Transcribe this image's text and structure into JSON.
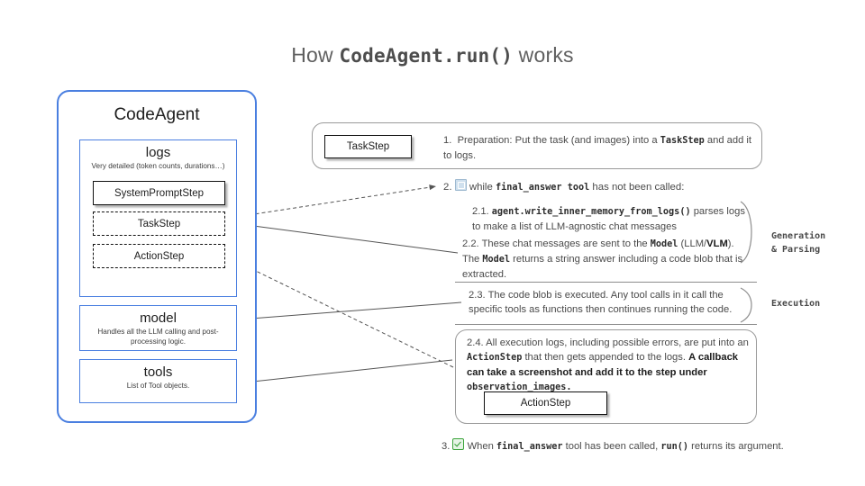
{
  "title": {
    "prefix": "How ",
    "code": "CodeAgent.run()",
    "suffix": " works"
  },
  "agent_panel": {
    "name": "CodeAgent",
    "logs": {
      "title": "logs",
      "subtitle": "Very detailed (token counts, durations…)",
      "steps": [
        {
          "label": "SystemPromptStep",
          "style": "solid"
        },
        {
          "label": "TaskStep",
          "style": "dashed"
        },
        {
          "label": "ActionStep",
          "style": "dashed"
        }
      ]
    },
    "model": {
      "title": "model",
      "subtitle": "Handles all the LLM calling and post-processing logic."
    },
    "tools": {
      "title": "tools",
      "subtitle": "List of Tool objects."
    }
  },
  "steps": {
    "step1": {
      "box_label": "TaskStep",
      "number": "1.",
      "text_a": "Preparation: Put the task (and images) into a ",
      "code_a": "TaskStep",
      "text_b": " and add it to logs."
    },
    "step2": {
      "number": "2.",
      "icon": "loop-icon",
      "text_a": "while ",
      "code_a": "final_answer tool",
      "text_b": " has not been called:"
    },
    "step21": {
      "number": "2.1.",
      "code_a": "agent.write_inner_memory_from_logs()",
      "text_a": " parses logs to make a list of LLM-agnostic chat messages"
    },
    "step22": {
      "number": "2.2.",
      "text_a": "These chat messages are sent to the ",
      "code_a": "Model",
      "text_b": " (LLM/",
      "bold_a": "VLM",
      "text_c": "). The ",
      "code_b": "Model",
      "text_d": " returns a string answer including a code blob that is extracted."
    },
    "step23": {
      "number": "2.3.",
      "text_a": "The code blob is executed. Any tool calls in it call the specific tools as functions then continues running the code."
    },
    "step24": {
      "number": "2.4.",
      "text_a": "All execution logs, including possible errors, are put into an ",
      "code_a": "ActionStep",
      "text_b": " that then gets appended to the logs. ",
      "bold_a": "A callback can  take a screenshot and add it to the step under ",
      "code_b": "observation_images.",
      "box_label": "ActionStep"
    },
    "step3": {
      "number": "3.",
      "icon": "check-icon",
      "text_a": "When ",
      "code_a": "final_answer",
      "text_b": " tool has been called, ",
      "code_b": "run()",
      "text_c": " returns its argument."
    }
  },
  "annotations": {
    "generation": "Generation\n& Parsing",
    "generation_line1": "Generation",
    "generation_line2": "& Parsing",
    "execution": "Execution"
  },
  "colors": {
    "panel_border": "#4a7fe0",
    "card_border": "#9a9a9a",
    "text": "#4a4a4a",
    "title": "#5f5f5f",
    "check_green": "#2e9b2e"
  }
}
